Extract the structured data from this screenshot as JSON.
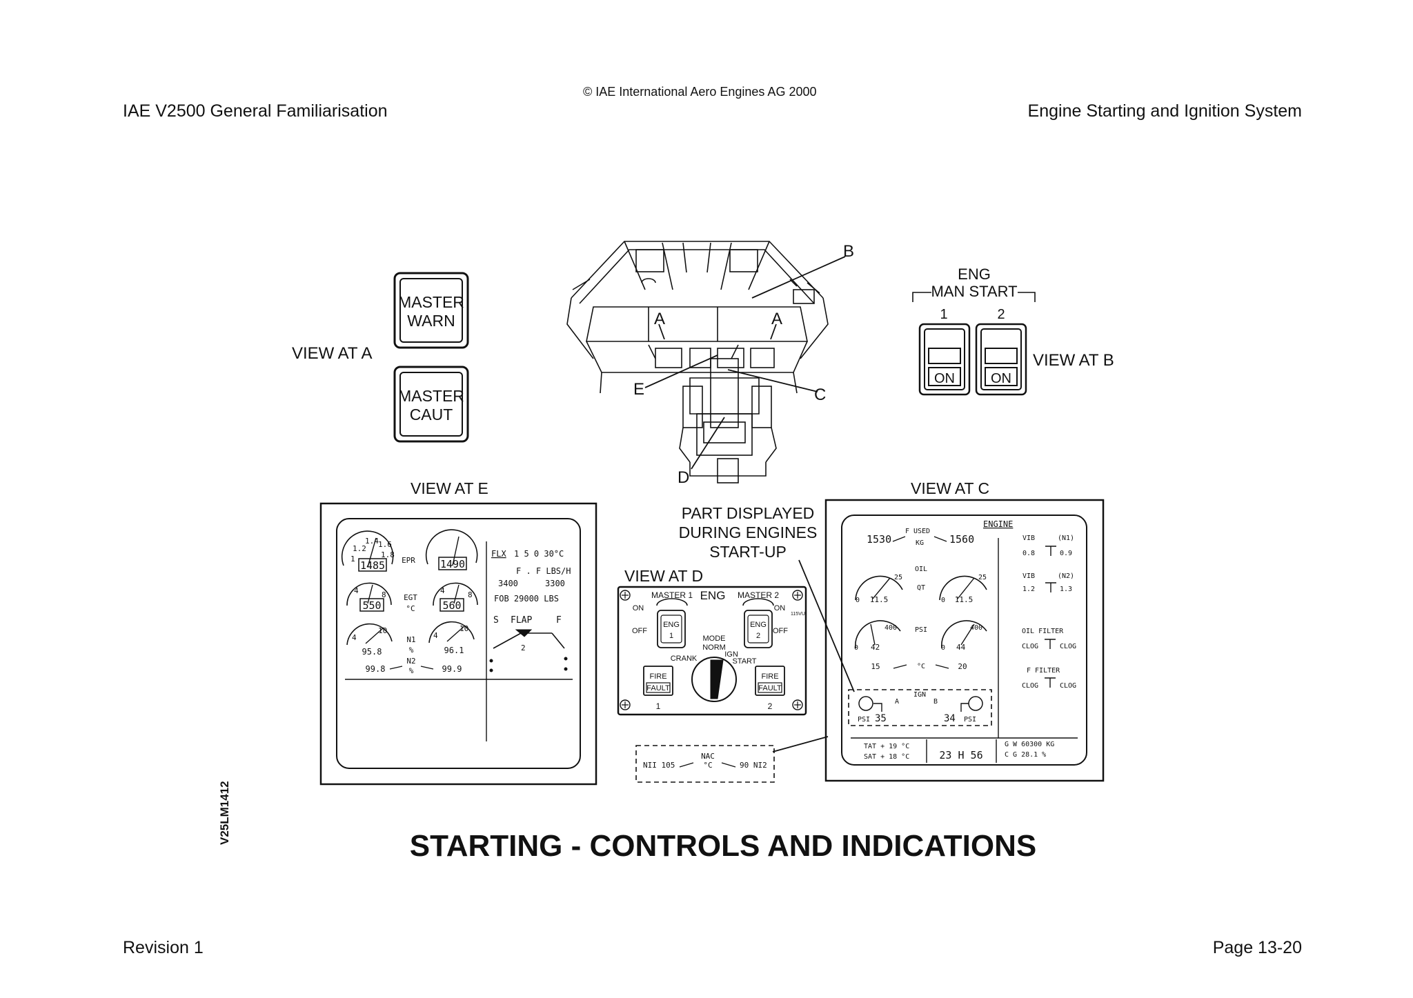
{
  "header": {
    "copyright": "© IAE International Aero Engines AG 2000",
    "left_title": "IAE V2500 General Familiarisation",
    "right_title": "Engine Starting and Ignition System"
  },
  "footer": {
    "revision": "Revision 1",
    "page": "Page 13-20"
  },
  "figure": {
    "title": "STARTING - CONTROLS AND INDICATIONS",
    "figure_id": "V25LM1412",
    "callouts": {
      "a1": "A",
      "a2": "A",
      "b": "B",
      "c": "C",
      "d": "D",
      "e": "E"
    },
    "view_a": {
      "label": "VIEW AT A",
      "warn1": "MASTER",
      "warn2": "WARN",
      "caut1": "MASTER",
      "caut2": "CAUT"
    },
    "view_b": {
      "label": "VIEW AT B",
      "eng": "ENG",
      "man_start": "MAN START",
      "sw1": "1",
      "sw2": "2",
      "on1": "ON",
      "on2": "ON"
    },
    "view_e": {
      "label": "VIEW AT E",
      "epr_label": "EPR",
      "epr1": "1485",
      "epr2": "1490",
      "epr_ticks": [
        "1",
        "1.2",
        "1.4",
        "1.6",
        "1.8"
      ],
      "egt_label": "EGT",
      "egt_unit": "°C",
      "egt1": "550",
      "egt2": "560",
      "egt_ticks": [
        "4",
        "8"
      ],
      "n1_label": "N1",
      "n1_unit": "%",
      "n1_1": "95.8",
      "n1_2": "96.1",
      "n1_ticks": [
        "4",
        "10"
      ],
      "n2_label": "N2",
      "n2_unit": "%",
      "n2_1": "99.8",
      "n2_2": "99.9",
      "flx": "FLX",
      "flx_val": "1 5 0  30°C",
      "ff": "F . F LBS/H",
      "ff1": "3400",
      "ff2": "3300",
      "fob": "FOB  29000 LBS",
      "flap_s": "S",
      "flap": "FLAP",
      "flap_f": "F",
      "flap_pos": "2"
    },
    "part_displayed": {
      "l1": "PART DISPLAYED",
      "l2": "DURING ENGINES",
      "l3": "START-UP"
    },
    "view_d": {
      "label": "VIEW AT D",
      "master1": "MASTER 1",
      "eng": "ENG",
      "master2": "MASTER 2",
      "on": "ON",
      "off": "OFF",
      "eng_sw": "ENG",
      "eng1": "1",
      "eng2": "2",
      "mode": "MODE",
      "norm": "NORM",
      "crank": "CRANK",
      "ign": "IGN",
      "start": "START",
      "fire": "FIRE",
      "fault": "FAULT",
      "n1": "1",
      "n2": "2",
      "small": "115VU"
    },
    "nac": {
      "n11": "NII 105",
      "nac": "NAC",
      "unit": "°C",
      "n12": "90 NI2"
    },
    "view_c": {
      "label": "VIEW AT C",
      "f_used": "F  USED",
      "kg": "KG",
      "fu1": "1530",
      "fu2": "1560",
      "engine": "ENGINE",
      "oil": "OIL",
      "qt": "QT",
      "q1": "11.5",
      "q2": "11.5",
      "q_ticks": [
        "0",
        "25"
      ],
      "psi": "PSI",
      "p1": "42",
      "p2": "44",
      "p_ticks": [
        "0",
        "400"
      ],
      "temp_unit": "°C",
      "t1": "15",
      "t2": "20",
      "vib1": "VIB",
      "vib1_n": "(N1)",
      "v1a": "0.8",
      "v1b": "0.9",
      "vib2": "VIB",
      "vib2_n": "(N2)",
      "v2a": "1.2",
      "v2b": "1.3",
      "oil_filter": "OIL  FILTER",
      "f_filter": "F  FILTER",
      "clog": "CLOG",
      "ign": "IGN",
      "ign_a": "A",
      "ign_b": "B",
      "psi_a": "PSI",
      "pa": "35",
      "pb": "34",
      "psi_b": "PSI",
      "tat": "TAT  +  19  °C",
      "sat": "SAT  +  18  °C",
      "time": "23 H 56",
      "gw": "G  W   60300   KG",
      "cg": "C G   28.1 %"
    }
  }
}
